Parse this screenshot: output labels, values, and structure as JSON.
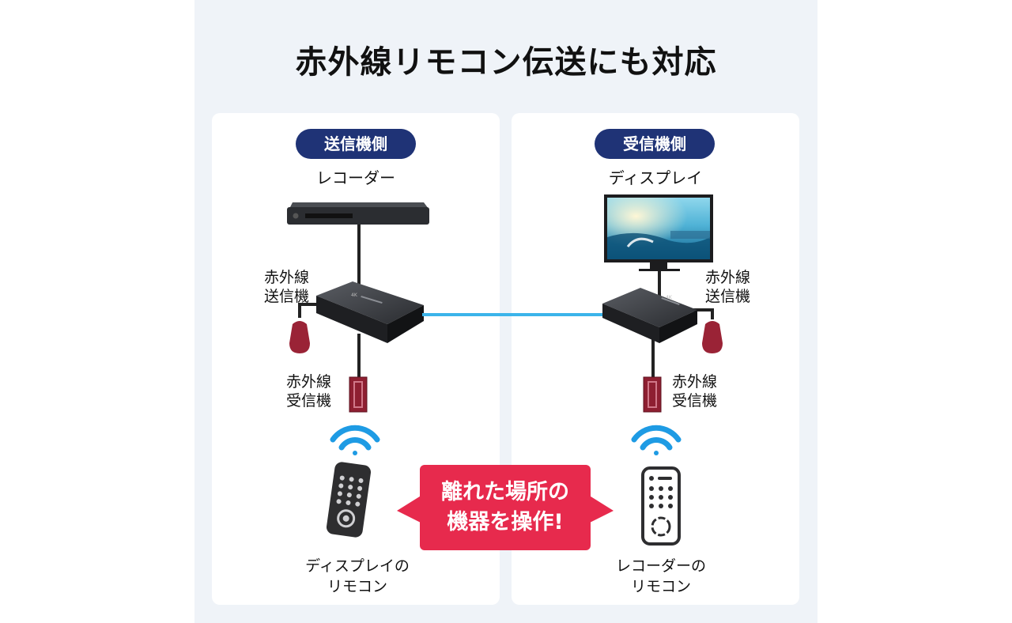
{
  "title": "赤外線リモコン伝送にも対応",
  "left": {
    "badge": "送信機側",
    "device": "レコーダー",
    "transmitter": [
      "赤外線",
      "送信機"
    ],
    "receiver": [
      "赤外線",
      "受信機"
    ],
    "remote_caption": [
      "ディスプレイの",
      "リモコン"
    ]
  },
  "right": {
    "badge": "受信機側",
    "device": "ディスプレイ",
    "transmitter": [
      "赤外線",
      "送信機"
    ],
    "receiver": [
      "赤外線",
      "受信機"
    ],
    "remote_caption": [
      "レコーダーの",
      "リモコン"
    ]
  },
  "callout": [
    "離れた場所の",
    "機器を操作!"
  ],
  "colors": {
    "badge": "#1f3376",
    "callout": "#e72a4d",
    "link_cable": "#3bb4ea",
    "ir_emitter": "#9a2336",
    "wifi": "#1e9be4"
  },
  "icons": [
    "recorder-icon",
    "display-icon",
    "extender-box-icon",
    "ir-emitter-icon",
    "ir-receiver-icon",
    "wireless-signal-icon",
    "remote-control-icon"
  ]
}
